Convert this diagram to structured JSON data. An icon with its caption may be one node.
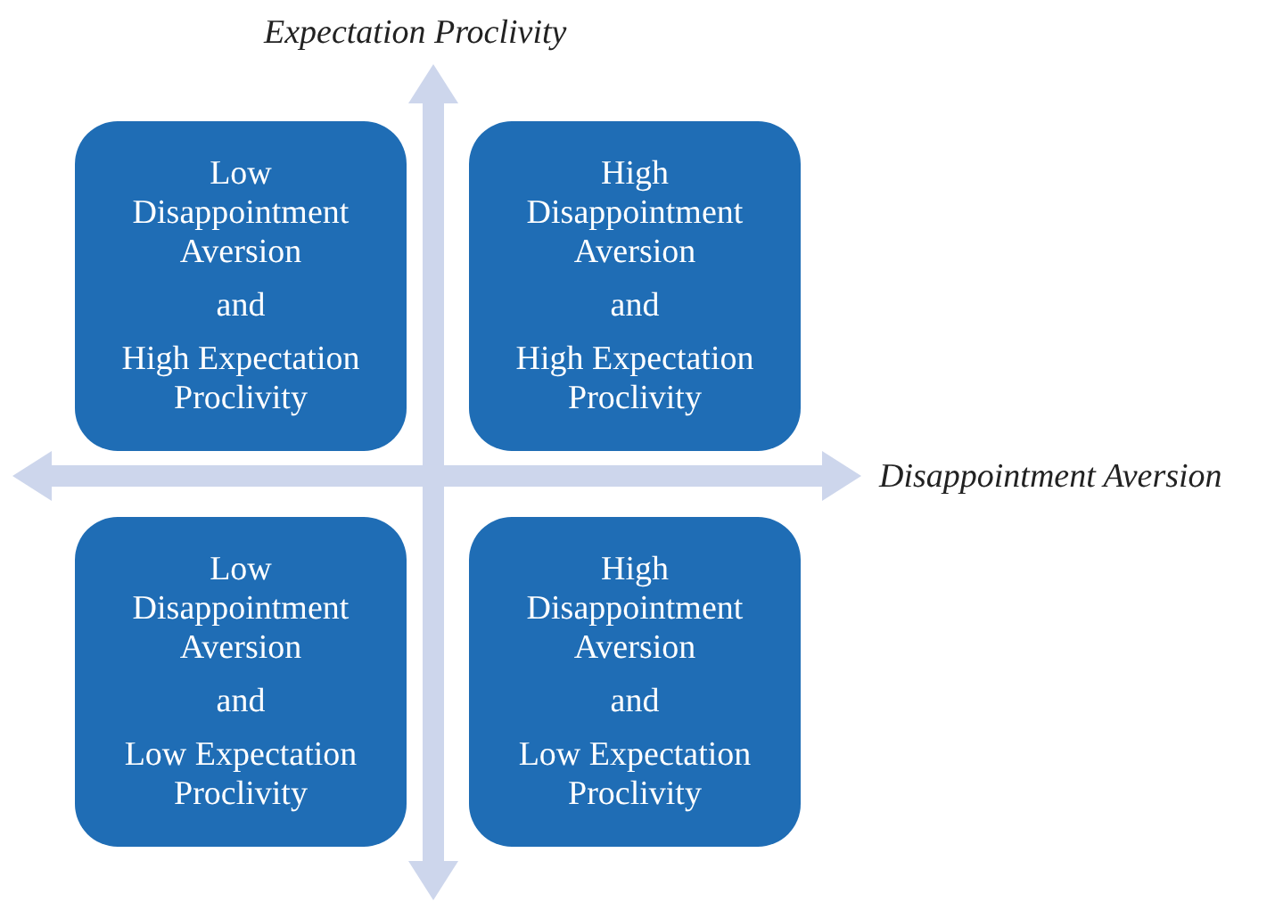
{
  "diagram": {
    "nodes": [
      {
        "text": [
          "Low Disappointment Aversion",
          "and",
          "High Expectation Proclivity"
        ]
      },
      {
        "text": [
          "High Disappointment Aversion",
          "and",
          "High Expectation Proclivity"
        ]
      },
      {
        "text": [
          "Low Disappointment Aversion",
          "and",
          "Low Expectation Proclivity"
        ]
      },
      {
        "text": [
          "High Disappointment Aversion",
          "and",
          "Low Expectation Proclivity"
        ]
      }
    ],
    "edges": [],
    "labels": [
      "Expectation Proclivity",
      "Disappointment Aversion"
    ]
  }
}
